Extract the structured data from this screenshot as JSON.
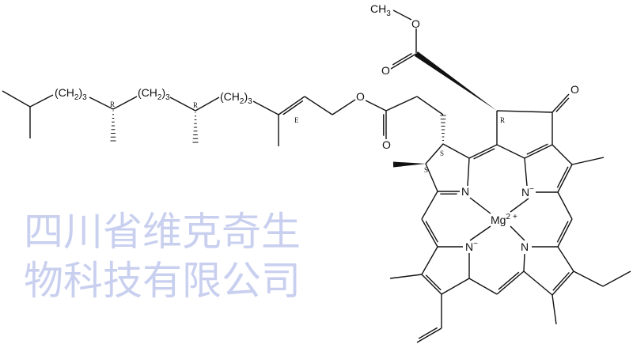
{
  "watermark": "四川省维克奇生物科技有限公司",
  "colors": {
    "bond": "#111111",
    "watermark": "#c9d0ef"
  },
  "labels": {
    "methyl_ester_ch": "CH",
    "methyl_ester_sub": "3",
    "oxygen": "O",
    "nitrogen": "N",
    "minus": "−",
    "magnesium": "Mg",
    "mg_charge": "2",
    "mg_plus": "+",
    "ch2_open": "(CH",
    "ch2_sub": "2",
    "ch2_close": ")",
    "ch2_count": "3",
    "stereo_r": "R",
    "stereo_s": "S",
    "stereo_e": "E"
  }
}
